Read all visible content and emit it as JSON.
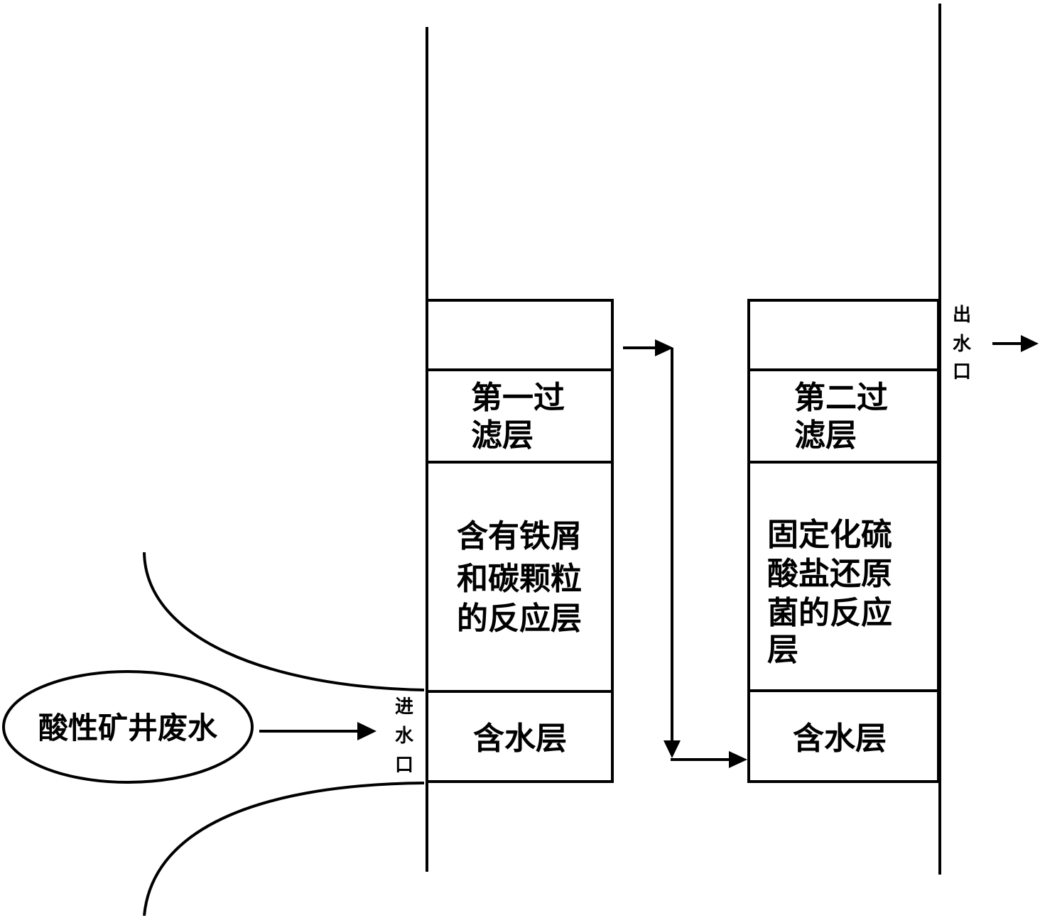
{
  "source_label": "酸性矿井废水",
  "inlet_label": [
    "进",
    "水",
    "口"
  ],
  "outlet_label": [
    "出",
    "水",
    "口"
  ],
  "column1": {
    "filter_layer": [
      "第一过",
      "滤层"
    ],
    "reaction_layer": [
      "含有铁屑",
      "和碳颗粒",
      "的反应层"
    ],
    "water_layer": "含水层"
  },
  "column2": {
    "filter_layer": [
      "第二过",
      "滤层"
    ],
    "reaction_layer": [
      "固定化硫",
      "酸盐还原",
      "菌的反应",
      "层"
    ],
    "water_layer": "含水层"
  }
}
